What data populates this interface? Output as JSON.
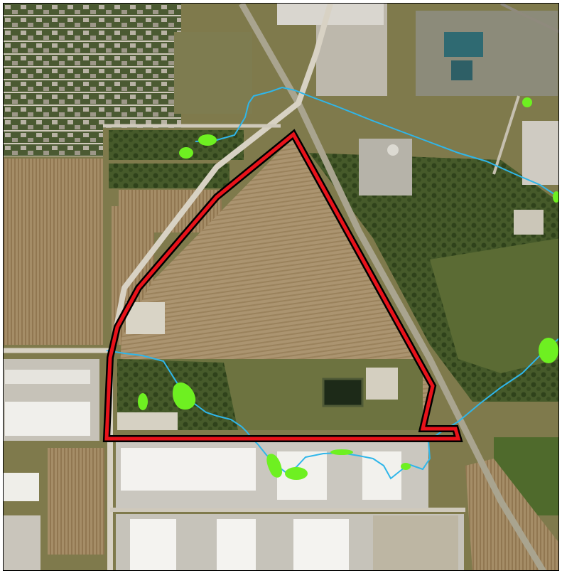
{
  "map": {
    "style": "aerial-imagery",
    "colors": {
      "boundary_fill": "#e8121a",
      "boundary_edge": "#000000",
      "stream": "#2fb6ea",
      "wetland": "#6ef021",
      "field_tan": "#a8926b",
      "woodland": "#3c4f24",
      "grass": "#7d7548",
      "warehouse": "#f2f1ee",
      "pavement": "#c9c6bd",
      "road": "#d8d2c4"
    },
    "layers": [
      {
        "name": "property-boundary",
        "symbol": "red-outline"
      },
      {
        "name": "stream",
        "symbol": "blue-line"
      },
      {
        "name": "wetlands",
        "symbol": "green-fill"
      }
    ]
  }
}
